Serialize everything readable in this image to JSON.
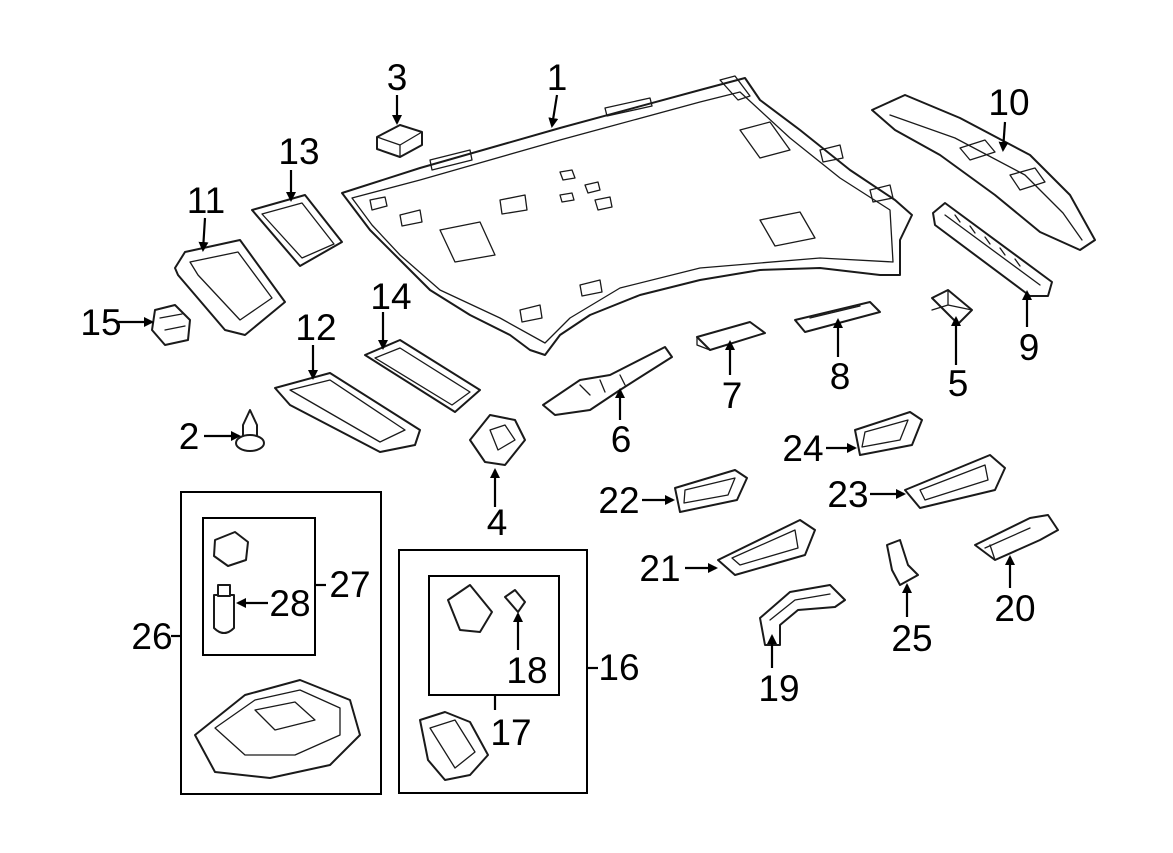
{
  "diagram": {
    "callouts": {
      "c1": "1",
      "c2": "2",
      "c3": "3",
      "c4": "4",
      "c5": "5",
      "c6": "6",
      "c7": "7",
      "c8": "8",
      "c9": "9",
      "c10": "10",
      "c11": "11",
      "c12": "12",
      "c13": "13",
      "c14": "14",
      "c15": "15",
      "c16": "16",
      "c17": "17",
      "c18": "18",
      "c19": "19",
      "c20": "20",
      "c21": "21",
      "c22": "22",
      "c23": "23",
      "c24": "24",
      "c25": "25",
      "c26": "26",
      "c27": "27",
      "c28": "28"
    },
    "colors": {
      "line": "#1a1a1a",
      "background": "#ffffff"
    }
  }
}
